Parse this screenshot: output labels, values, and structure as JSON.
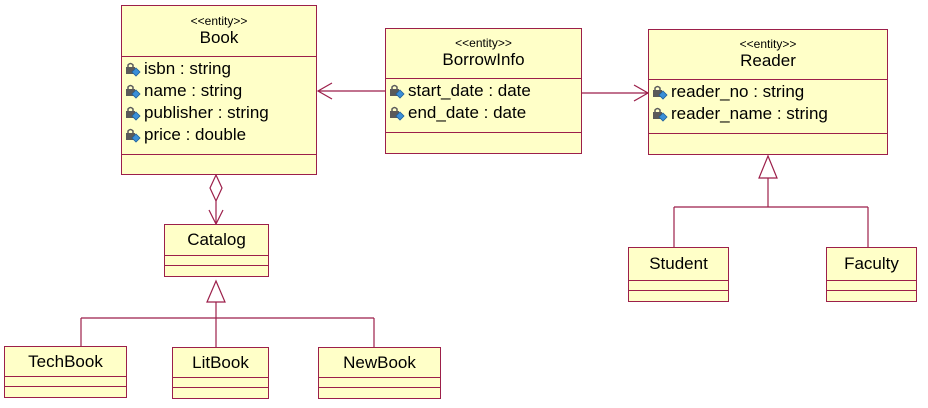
{
  "diagram": {
    "classes": {
      "book": {
        "stereotype": "<<entity>>",
        "name": "Book",
        "attributes": [
          {
            "text": "isbn : string",
            "icon": "lock-attribute-icon"
          },
          {
            "text": "name : string",
            "icon": "lock-attribute-icon"
          },
          {
            "text": "publisher : string",
            "icon": "lock-attribute-icon"
          },
          {
            "text": "price : double",
            "icon": "lock-attribute-icon"
          }
        ]
      },
      "borrowinfo": {
        "stereotype": "<<entity>>",
        "name": "BorrowInfo",
        "attributes": [
          {
            "text": "start_date : date",
            "icon": "lock-attribute-icon"
          },
          {
            "text": "end_date : date",
            "icon": "lock-attribute-icon"
          }
        ]
      },
      "reader": {
        "stereotype": "<<entity>>",
        "name": "Reader",
        "attributes": [
          {
            "text": "reader_no : string",
            "icon": "lock-attribute-icon"
          },
          {
            "text": "reader_name : string",
            "icon": "lock-attribute-icon"
          }
        ]
      },
      "catalog": {
        "name": "Catalog"
      },
      "techbook": {
        "name": "TechBook"
      },
      "litbook": {
        "name": "LitBook"
      },
      "newbook": {
        "name": "NewBook"
      },
      "student": {
        "name": "Student"
      },
      "faculty": {
        "name": "Faculty"
      }
    },
    "colors": {
      "class_fill": "#ffffc8",
      "line": "#9c1f4a",
      "lock_body": "#5a5a5a",
      "diamond": "#3a8fd8"
    }
  }
}
